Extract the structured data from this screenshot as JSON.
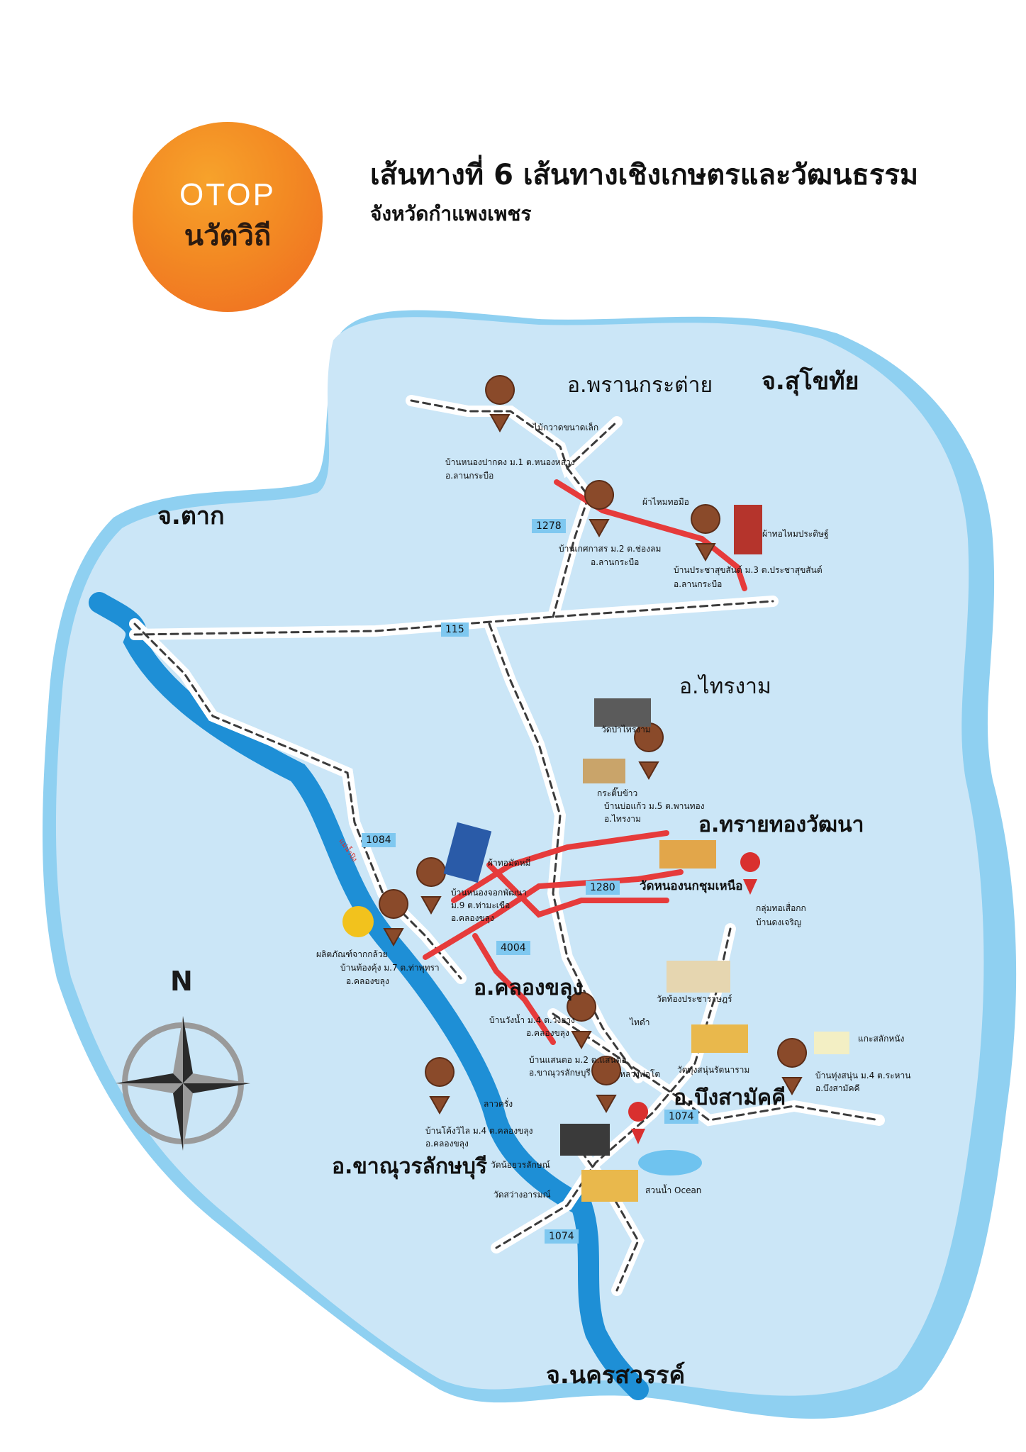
{
  "logo": {
    "line1": "OTOP",
    "line2": "นวัตวิถี"
  },
  "header": {
    "title": "เส้นทางที่ 6 เส้นทางเชิงเกษตรและวัฒนธรรม",
    "subtitle": "จังหวัดกำแพงเพชร"
  },
  "colors": {
    "land": "#cbe6f7",
    "border": "#8fd0f1",
    "river": "#1e8fd6",
    "road": "#555555",
    "route": "#e63b3b",
    "pin": "#8a4a2a"
  },
  "provinces": {
    "sukhothai": "จ.สุโขทัย",
    "tak": "จ.ตาก",
    "nakhonsawan": "จ.นครสวรรค์"
  },
  "districts": {
    "phran": "อ.พรานกระต่าย",
    "traingam": "อ.ไทรงาม",
    "saithong": "อ.ทรายทองวัฒนา",
    "khlongkhlung": "อ.คลองขลุง",
    "bueng": "อ.บึงสามัคคี",
    "khanu": "อ.ขาณุวรลักษบุรี"
  },
  "roads": [
    "1278",
    "115",
    "1084",
    "4004",
    "1280",
    "1074",
    "1074"
  ],
  "river_label": "แม่น้ำปิง",
  "pois": [
    {
      "name": "ไม้กวาดขนาดเล็ก"
    },
    {
      "name": "บ้านหนองปากดง ม.1 ต.หนองหลวง",
      "sub": "อ.ลานกระบือ"
    },
    {
      "name": "ผ้าไหมทอมือ"
    },
    {
      "name": "ผ้าทอไหมประดิษฐ์"
    },
    {
      "name": "บ้านเกศกาสร ม.2 ต.ช่องลม",
      "sub": "อ.ลานกระบือ"
    },
    {
      "name": "บ้านประชาสุขสันต์ ม.3 ต.ประชาสุขสันต์",
      "sub": "อ.ลานกระบือ"
    },
    {
      "name": "วัดป่าไทรงาม"
    },
    {
      "name": "กระติ๊บข้าว"
    },
    {
      "name": "บ้านบ่อแก้ว ม.5 ต.พานทอง",
      "sub": "อ.ไทรงาม"
    },
    {
      "name": "วัดหนองนกชุมเหนือ"
    },
    {
      "name": "กลุ่มทอเสื่อกก",
      "sub": "บ้านดงเจริญ"
    },
    {
      "name": "ผ้าทอมัดหมี่"
    },
    {
      "name": "บ้านหนองจอกพัฒนา",
      "sub": "ม.9 ต.ท่ามะเขือ",
      "sub2": "อ.คลองขลุง"
    },
    {
      "name": "ผลิตภัณฑ์จากกล้วย"
    },
    {
      "name": "บ้านท้องคุ้ง ม.7 ต.ท่าพุทรา",
      "sub": "อ.คลองขลุง"
    },
    {
      "name": "วัดท้องประชาราษฎร์"
    },
    {
      "name": "ไทดำ"
    },
    {
      "name": "บ้านวังน้ำ ม.4 ต.วังยาง",
      "sub": "อ.คลองขลุง"
    },
    {
      "name": "วัดทุ่งสนุ่นรัตนาราม"
    },
    {
      "name": "แกะสลักหนัง"
    },
    {
      "name": "บ้านทุ่งสนุ่น ม.4 ต.ระหาน",
      "sub": "อ.บึงสามัคคี"
    },
    {
      "name": "บ้านแสนตอ ม.2 ต.แสนตอ",
      "sub": "อ.ขาณุวรลักษบุรี"
    },
    {
      "name": "หลวงพ่อโต"
    },
    {
      "name": "ลาวครั่ง"
    },
    {
      "name": "บ้านโค้งวิไล ม.4 ต.คลองขลุง",
      "sub": "อ.คลองขลุง"
    },
    {
      "name": "วัดน้อยวรลักษณ์"
    },
    {
      "name": "วัดสว่างอารมณ์"
    },
    {
      "name": "สวนน้ำ Ocean"
    }
  ],
  "compass": {
    "north": "N"
  }
}
